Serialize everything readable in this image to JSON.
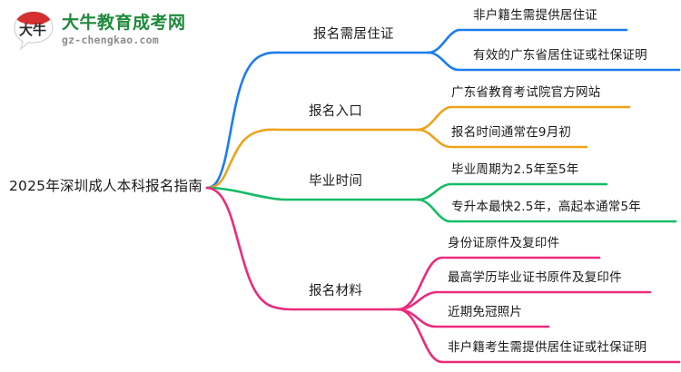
{
  "logo": {
    "icon": "daniu-speech-bubble-logo",
    "mark_text": "大牛",
    "title": "大牛教育成考网",
    "subtitle": "gz-chengkao.com",
    "title_color": "#1f8a3b",
    "mark_color": "#d62f2f"
  },
  "mindmap": {
    "root": {
      "label": "2025年深圳成人本科报名指南"
    },
    "branches": [
      {
        "label": "报名需居住证",
        "color": "#1b7ced",
        "children": [
          {
            "label": "非户籍生需提供居住证"
          },
          {
            "label": "有效的广东省居住证或社保证明"
          }
        ]
      },
      {
        "label": "报名入口",
        "color": "#eda31c",
        "children": [
          {
            "label": "广东省教育考试院官方网站"
          },
          {
            "label": "报名时间通常在9月初"
          }
        ]
      },
      {
        "label": "毕业时间",
        "color": "#16bb66",
        "children": [
          {
            "label": "毕业周期为2.5年至5年"
          },
          {
            "label": "专升本最快2.5年，高起本通常5年"
          }
        ]
      },
      {
        "label": "报名材料",
        "color": "#ec2a7b",
        "children": [
          {
            "label": "身份证原件及复印件"
          },
          {
            "label": "最高学历毕业证书原件及复印件"
          },
          {
            "label": "近期免冠照片"
          },
          {
            "label": "非户籍考生需提供居住证或社保证明"
          }
        ]
      }
    ]
  }
}
